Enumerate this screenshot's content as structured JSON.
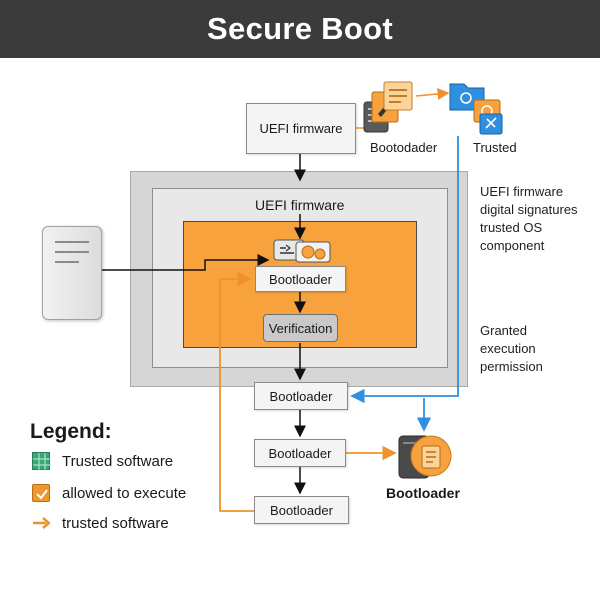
{
  "title": "Secure Boot",
  "nodes": {
    "uefi_top": "UEFI firmware",
    "uefi_inner": "UEFI firmware",
    "bootloader_inner": "Bootloader",
    "verification": "Verification",
    "bootloader_1": "Bootloader",
    "bootloader_2": "Bootloader",
    "bootloader_3": "Bootloader",
    "bootloader_device": "Bootloader"
  },
  "icon_labels": {
    "bootodader": "Bootodader",
    "trusted": "Trusted"
  },
  "annotations": {
    "signatures": [
      "UEFI firmware",
      "digital signatures",
      "trusted OS",
      "component"
    ],
    "permission": [
      "Granted",
      "execution",
      "permission"
    ]
  },
  "legend": {
    "title": "Legend:",
    "items": [
      {
        "label": "Trusted software",
        "icon": "green-grid-icon",
        "color": "#3aa776"
      },
      {
        "label": "allowed to execute",
        "icon": "orange-check-icon",
        "color": "#f0962a"
      },
      {
        "label": "trusted software",
        "icon": "orange-arrow-icon",
        "color": "#f0962a"
      }
    ]
  },
  "colors": {
    "header_bg": "#3b3b3b",
    "orange": "#f7a23c",
    "blue_line": "#2f8fe0",
    "orange_line": "#ef922c"
  }
}
